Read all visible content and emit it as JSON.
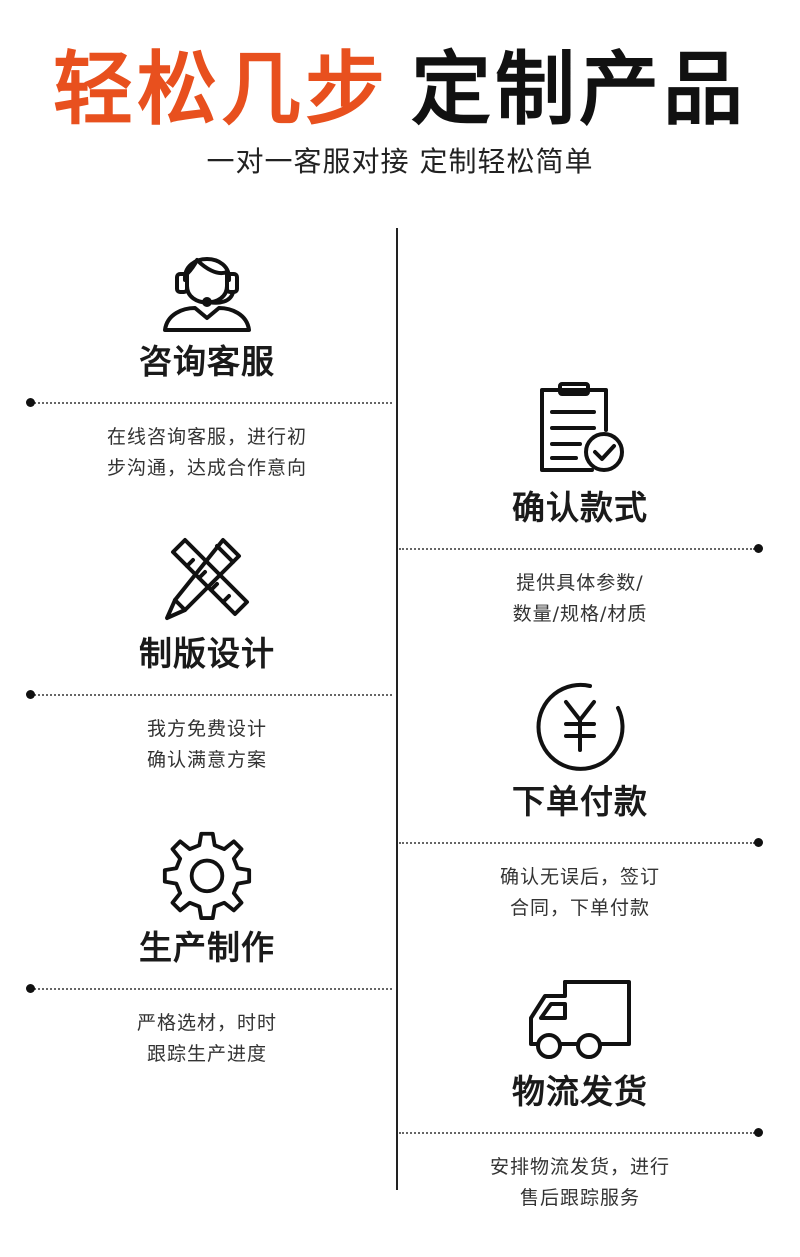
{
  "header": {
    "title_accent": "轻松几步",
    "title_main": "定制产品",
    "subtitle": "一对一客服对接 定制轻松简单"
  },
  "steps": [
    {
      "icon": "customer-service-icon",
      "title": "咨询客服",
      "desc_line1": "在线咨询客服，进行初",
      "desc_line2": "步沟通，达成合作意向"
    },
    {
      "icon": "clipboard-check-icon",
      "title": "确认款式",
      "desc_line1": "提供具体参数/",
      "desc_line2": "数量/规格/材质"
    },
    {
      "icon": "pencil-ruler-icon",
      "title": "制版设计",
      "desc_line1": "我方免费设计",
      "desc_line2": "确认满意方案"
    },
    {
      "icon": "yen-coin-icon",
      "title": "下单付款",
      "desc_line1": "确认无误后，签订",
      "desc_line2": "合同，下单付款"
    },
    {
      "icon": "gear-icon",
      "title": "生产制作",
      "desc_line1": "严格选材，时时",
      "desc_line2": "跟踪生产进度"
    },
    {
      "icon": "delivery-truck-icon",
      "title": "物流发货",
      "desc_line1": "安排物流发货，进行",
      "desc_line2": "售后跟踪服务"
    }
  ],
  "colors": {
    "accent": "#e8501e",
    "text": "#111111"
  }
}
